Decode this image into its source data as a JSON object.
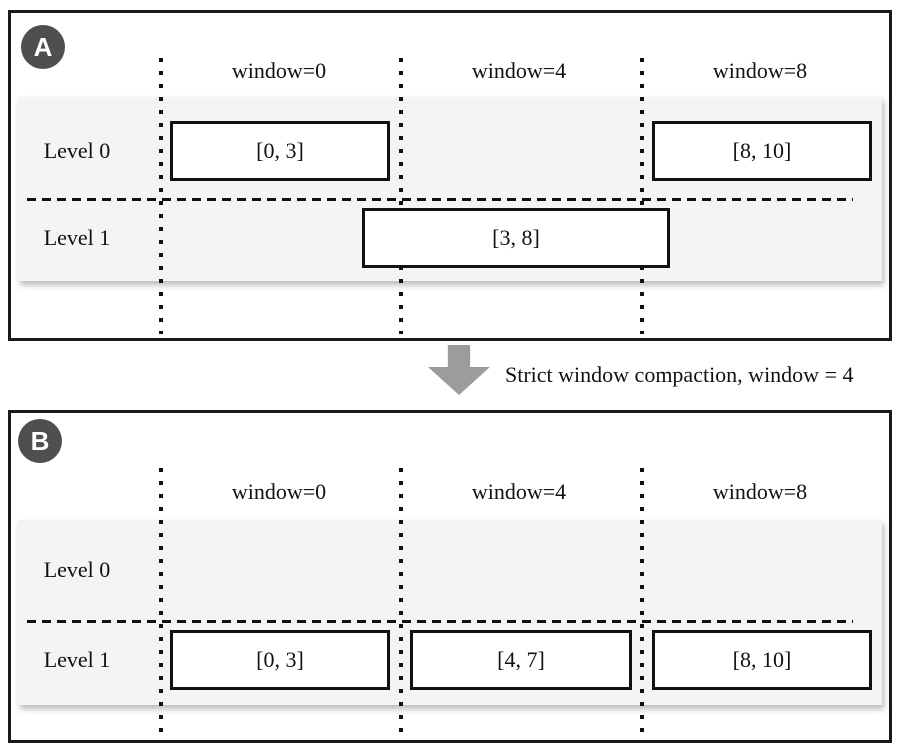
{
  "figure": {
    "panel_a": {
      "badge": "A",
      "columns": [
        "window=0",
        "window=4",
        "window=8"
      ],
      "levels": [
        "Level 0",
        "Level 1"
      ],
      "level0_boxes": [
        {
          "label": "[0, 3]"
        },
        {
          "label": "[8, 10]"
        }
      ],
      "level1_boxes": [
        {
          "label": "[3, 8]"
        }
      ]
    },
    "transition": {
      "arrow_icon": "down-block-arrow",
      "label": "Strict window compaction, window = 4"
    },
    "panel_b": {
      "badge": "B",
      "columns": [
        "window=0",
        "window=4",
        "window=8"
      ],
      "levels": [
        "Level 0",
        "Level 1"
      ],
      "level0_boxes": [],
      "level1_boxes": [
        {
          "label": "[0, 3]"
        },
        {
          "label": "[4, 7]"
        },
        {
          "label": "[8, 10]"
        }
      ]
    },
    "colors": {
      "panel_border": "#1a1a1a",
      "level_band": "#f4f4f4",
      "badge_bg": "#4f4f4f",
      "badge_fg": "#ffffff",
      "arrow": "#9c9c9c",
      "text": "#111111"
    }
  }
}
